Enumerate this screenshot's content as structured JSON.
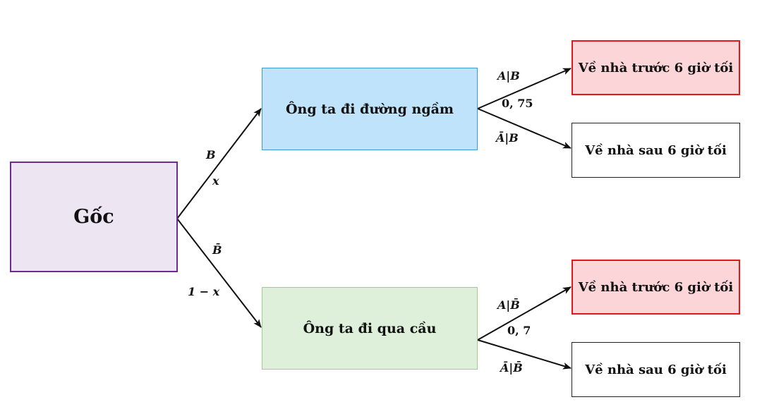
{
  "nodes": {
    "root": "Gốc",
    "underground": "Ông ta đi đường ngầm",
    "bridge": "Ông ta đi qua cầu",
    "underground_before": "Về nhà trước 6 giờ tối",
    "underground_after": "Về nhà sau 6 giờ tối",
    "bridge_before": "Về nhà trước 6 giờ tối",
    "bridge_after": "Về nhà sau 6 giờ tối"
  },
  "edges": {
    "root_to_underground": {
      "event": "B",
      "probability": "x"
    },
    "root_to_bridge": {
      "event": "B̄",
      "probability": "1 − x"
    },
    "underground_to_before": {
      "event": "A|B",
      "probability": "0, 75"
    },
    "underground_to_after": {
      "event": "Ā|B"
    },
    "bridge_to_before": {
      "event": "A|B̄",
      "probability": "0, 7"
    },
    "bridge_to_after": {
      "event": "Ā|B̄"
    }
  },
  "colors": {
    "root_fill": "#ede5f2",
    "root_border": "#6a2c91",
    "underground_fill": "#bfe3fb",
    "underground_border": "#3a9ad9",
    "bridge_fill": "#def0da",
    "bridge_border": "#9ccf8e",
    "red_fill": "#fcd5d8",
    "red_border": "#e0191f"
  }
}
